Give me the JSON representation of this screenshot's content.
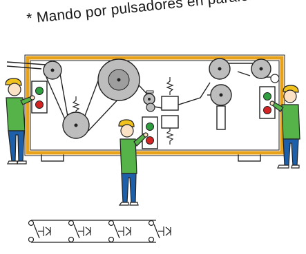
{
  "title": "* Mando por pulsadores en paralelo *",
  "colors": {
    "frame": "#e8a21a",
    "frame_inner": "#ffffff",
    "roller": "#bdbdbd",
    "roller_dark": "#9e9e9e",
    "button_green": "#2e9e3e",
    "button_red": "#d42323",
    "shirt": "#56b34a",
    "pants": "#1d5fa8",
    "helmet": "#f2c21c",
    "skin": "#fbe2c4",
    "line": "#222222"
  },
  "operators": [
    {
      "name": "operator-left"
    },
    {
      "name": "operator-center"
    },
    {
      "name": "operator-right"
    }
  ],
  "control_panels": [
    {
      "name": "control-panel-left",
      "buttons": [
        "green",
        "red"
      ]
    },
    {
      "name": "control-panel-center",
      "buttons": [
        "green",
        "red"
      ]
    },
    {
      "name": "control-panel-right",
      "buttons": [
        "green",
        "red"
      ]
    }
  ],
  "circuit": {
    "pushbuttons_in_parallel": 4,
    "symbol": "pushbutton-icon"
  }
}
